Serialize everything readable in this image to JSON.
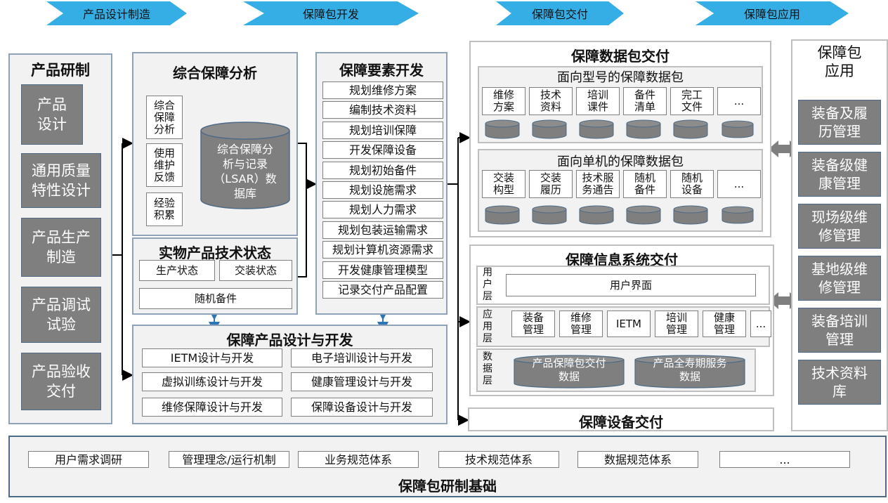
{
  "stages": [
    "产品设计制造",
    "保障包开发",
    "保障包交付",
    "保障包应用"
  ],
  "product": {
    "title": "产品研制",
    "items": [
      "产品\n设计",
      "通用质量\n特性设计",
      "产品生产\n制造",
      "产品调试\n试验",
      "产品验收\n交付"
    ]
  },
  "analysis": {
    "title": "综合保障分析",
    "inputs": [
      "综合\n保障\n分析",
      "使用\n维护\n反馈",
      "经验\n积累"
    ],
    "db": "综合保障分\n析与记录\n（LSAR）数\n据库"
  },
  "status": {
    "title": "实物产品技术状态",
    "items": [
      "生产状态",
      "交装状态",
      "随机备件"
    ]
  },
  "elements": {
    "title": "保障要素开发",
    "items": [
      "规划维修方案",
      "编制技术资料",
      "规划培训保障",
      "开发保障设备",
      "规划初始备件",
      "规划设施需求",
      "规划人力需求",
      "规划包装运输需求",
      "规划计算机资源需求",
      "开发健康管理模型",
      "记录交付产品配置"
    ]
  },
  "design": {
    "title": "保障产品设计与开发",
    "items": [
      "IETM设计与开发",
      "电子培训设计与开发",
      "虚拟训练设计与开发",
      "健康管理设计与开发",
      "维修保障设计与开发",
      "保障设备设计与开发"
    ]
  },
  "datapkg": {
    "title": "保障数据包交付",
    "model": {
      "title": "面向型号的保障数据包",
      "items": [
        "维修\n方案",
        "技术\n资料",
        "培训\n课件",
        "备件\n清单",
        "完工\n文件",
        "..."
      ]
    },
    "unit": {
      "title": "面向单机的保障数据包",
      "items": [
        "交装\n构型",
        "交装\n履历",
        "技术服\n务通告",
        "随机\n备件",
        "随机\n设备",
        "..."
      ]
    }
  },
  "infosys": {
    "title": "保障信息系统交付",
    "user_layer": "用\n户\n层",
    "user_ui": "用户界面",
    "app_layer": "应\n用\n层",
    "apps": [
      "装备\n管理",
      "维修\n管理",
      "IETM",
      "培训\n管理",
      "健康\n管理",
      "..."
    ],
    "data_layer": "数\n据\n层",
    "data": [
      "产品保障包交付\n数据",
      "产品全寿期服务\n数据"
    ]
  },
  "equipment": {
    "title": "保障设备交付"
  },
  "application": {
    "title": "保障包\n应用",
    "items": [
      "装备及履\n历管理",
      "装备级健\n康管理",
      "现场级维\n修管理",
      "基地级维\n修管理",
      "装备培训\n管理",
      "技术资料\n库"
    ]
  },
  "foundation": {
    "title": "保障包研制基础",
    "items": [
      "用户需求调研",
      "管理理念/运行机制",
      "业务规范体系",
      "技术规范体系",
      "数据规范体系",
      "..."
    ]
  },
  "colors": {
    "chevron": "#35aee6",
    "gray_box": "#7f7f7f",
    "panel_bg": "#f2f2f2",
    "panel_border": "#8fa3b8"
  }
}
